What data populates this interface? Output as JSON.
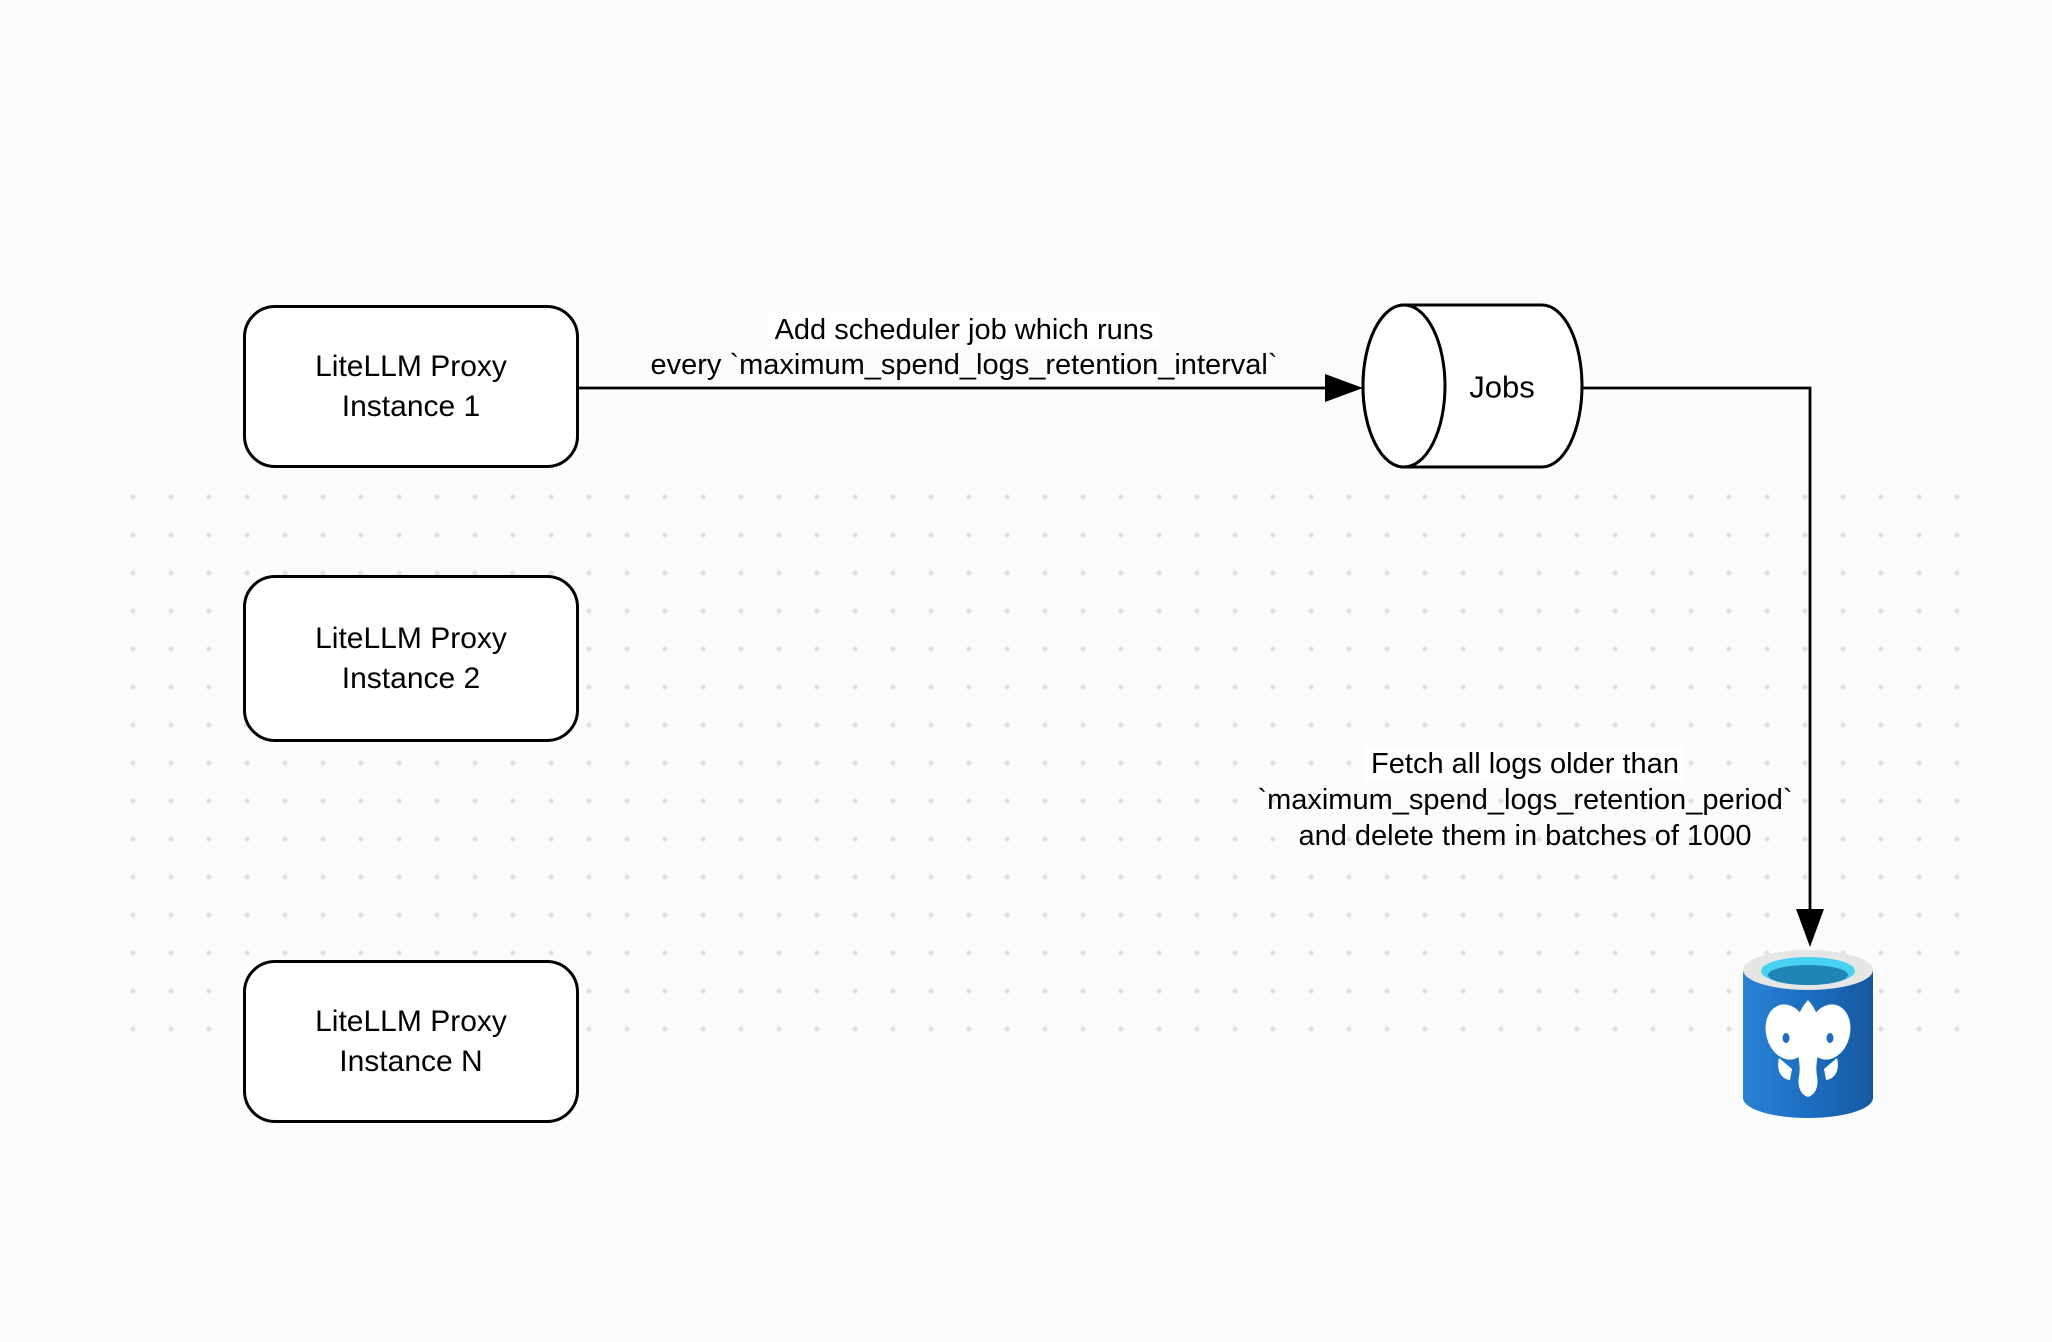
{
  "diagram": {
    "nodes": {
      "instance1": {
        "line1": "LiteLLM Proxy",
        "line2": "Instance 1"
      },
      "instance2": {
        "line1": "LiteLLM Proxy",
        "line2": "Instance 2"
      },
      "instanceN": {
        "line1": "LiteLLM Proxy",
        "line2": "Instance N"
      },
      "jobs": {
        "label": "Jobs"
      },
      "postgres": {
        "icon": "postgresql-database-icon"
      }
    },
    "edges": {
      "scheduler_job": {
        "line1": "Add scheduler job which runs",
        "line2": "every `maximum_spend_logs_retention_interval`"
      },
      "fetch_delete": {
        "line1": "Fetch all logs older than",
        "line2": "`maximum_spend_logs_retention_period`",
        "line3": "and delete them in batches of 1000"
      }
    },
    "colors": {
      "stroke": "#000000",
      "node_fill": "#ffffff",
      "background": "#fcfcfc",
      "dot": "#e2e2e2",
      "postgres_body_light": "#2b82d4",
      "postgres_body": "#1b6ec2",
      "postgres_body_dark": "#14599f",
      "postgres_rim": "#e6e6e6",
      "postgres_opening": "#47d1f2",
      "postgres_liquid": "#2084b5"
    }
  }
}
